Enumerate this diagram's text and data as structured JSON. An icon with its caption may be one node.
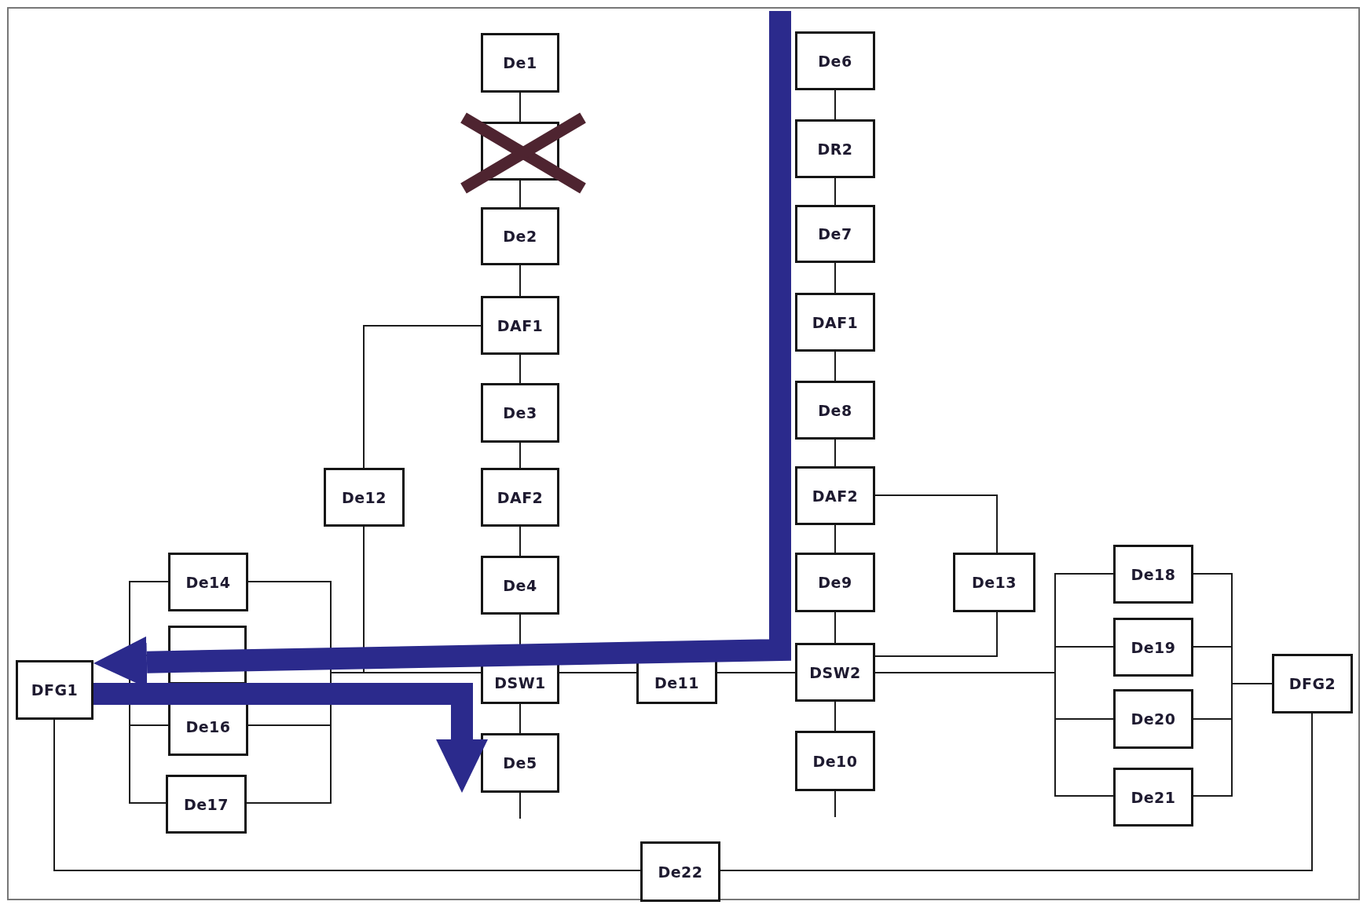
{
  "diagram": {
    "nodes": [
      {
        "text": [
          "De1"
        ]
      },
      {
        "text": [],
        "shape": "box"
      },
      {
        "text": [
          "De2"
        ]
      },
      {
        "text": [
          "DAF1"
        ]
      },
      {
        "text": [
          "De3"
        ]
      },
      {
        "text": [
          "DAF2"
        ]
      },
      {
        "text": [
          "De4"
        ]
      },
      {
        "text": [
          "DSW1"
        ]
      },
      {
        "text": [
          "De5"
        ]
      },
      {
        "text": [
          "De6"
        ]
      },
      {
        "text": [
          "DR2"
        ]
      },
      {
        "text": [
          "De7"
        ]
      },
      {
        "text": [
          "DAF1"
        ]
      },
      {
        "text": [
          "De8"
        ]
      },
      {
        "text": [
          "DAF2"
        ]
      },
      {
        "text": [
          "De9"
        ]
      },
      {
        "text": [
          "DSW2"
        ]
      },
      {
        "text": [
          "De10"
        ]
      },
      {
        "text": [
          "De11"
        ]
      },
      {
        "text": [
          "De12"
        ]
      },
      {
        "text": [
          "De13"
        ]
      },
      {
        "text": [
          "De14"
        ]
      },
      {
        "text": [],
        "shape": "box"
      },
      {
        "text": [
          "De16"
        ]
      },
      {
        "text": [
          "De17"
        ]
      },
      {
        "text": [
          "DFG1"
        ]
      },
      {
        "text": [
          "De18"
        ]
      },
      {
        "text": [
          "De19"
        ]
      },
      {
        "text": [
          "De20"
        ]
      },
      {
        "text": [
          "De21"
        ]
      },
      {
        "text": [
          "DFG2"
        ]
      },
      {
        "text": [
          "De22"
        ]
      }
    ],
    "edges": [
      {
        "from": 0,
        "to": 1,
        "arrow": "none"
      },
      {
        "from": 1,
        "to": 2,
        "arrow": "none"
      },
      {
        "from": 2,
        "to": 3,
        "arrow": "none"
      },
      {
        "from": 3,
        "to": 4,
        "arrow": "none"
      },
      {
        "from": 4,
        "to": 5,
        "arrow": "none"
      },
      {
        "from": 5,
        "to": 6,
        "arrow": "none"
      },
      {
        "from": 6,
        "to": 7,
        "arrow": "none"
      },
      {
        "from": 7,
        "to": 8,
        "arrow": "none"
      },
      {
        "from": 8,
        "to": null,
        "arrow": "none"
      },
      {
        "from": 9,
        "to": 10,
        "arrow": "none"
      },
      {
        "from": 10,
        "to": 11,
        "arrow": "none"
      },
      {
        "from": 11,
        "to": 12,
        "arrow": "none"
      },
      {
        "from": 12,
        "to": 13,
        "arrow": "none"
      },
      {
        "from": 13,
        "to": 14,
        "arrow": "none"
      },
      {
        "from": 14,
        "to": 15,
        "arrow": "none"
      },
      {
        "from": 15,
        "to": 16,
        "arrow": "none"
      },
      {
        "from": 16,
        "to": 17,
        "arrow": "none"
      },
      {
        "from": 17,
        "to": null,
        "arrow": "none"
      },
      {
        "from": 3,
        "to": 19,
        "arrow": "none"
      },
      {
        "from": 19,
        "to": 7,
        "arrow": "none"
      },
      {
        "from": 7,
        "to": 18,
        "arrow": "none"
      },
      {
        "from": 18,
        "to": 16,
        "arrow": "none"
      },
      {
        "from": 14,
        "to": 20,
        "arrow": "none"
      },
      {
        "from": 20,
        "to": 16,
        "arrow": "none"
      },
      {
        "from": 25,
        "to": 21,
        "arrow": "none"
      },
      {
        "from": 25,
        "to": 22,
        "arrow": "none"
      },
      {
        "from": 25,
        "to": 23,
        "arrow": "none"
      },
      {
        "from": 25,
        "to": 24,
        "arrow": "none"
      },
      {
        "from": 21,
        "to": 7,
        "arrow": "none"
      },
      {
        "from": 22,
        "to": 7,
        "arrow": "none"
      },
      {
        "from": 23,
        "to": 7,
        "arrow": "none"
      },
      {
        "from": 24,
        "to": 7,
        "arrow": "none"
      },
      {
        "from": 16,
        "to": 26,
        "arrow": "none"
      },
      {
        "from": 16,
        "to": 27,
        "arrow": "none"
      },
      {
        "from": 16,
        "to": 28,
        "arrow": "none"
      },
      {
        "from": 16,
        "to": 29,
        "arrow": "none"
      },
      {
        "from": 26,
        "to": 30,
        "arrow": "none"
      },
      {
        "from": 27,
        "to": 30,
        "arrow": "none"
      },
      {
        "from": 28,
        "to": 30,
        "arrow": "none"
      },
      {
        "from": 29,
        "to": 30,
        "arrow": "none"
      },
      {
        "from": 25,
        "to": 31,
        "arrow": "none"
      },
      {
        "from": 31,
        "to": 30,
        "arrow": "none"
      },
      {
        "from": null,
        "to": 25,
        "arrow": "to",
        "style": "thick",
        "color": "#2b2a8c"
      },
      {
        "from": 25,
        "to": 8,
        "arrow": "to",
        "style": "thick",
        "color": "#2b2a8c"
      }
    ]
  }
}
